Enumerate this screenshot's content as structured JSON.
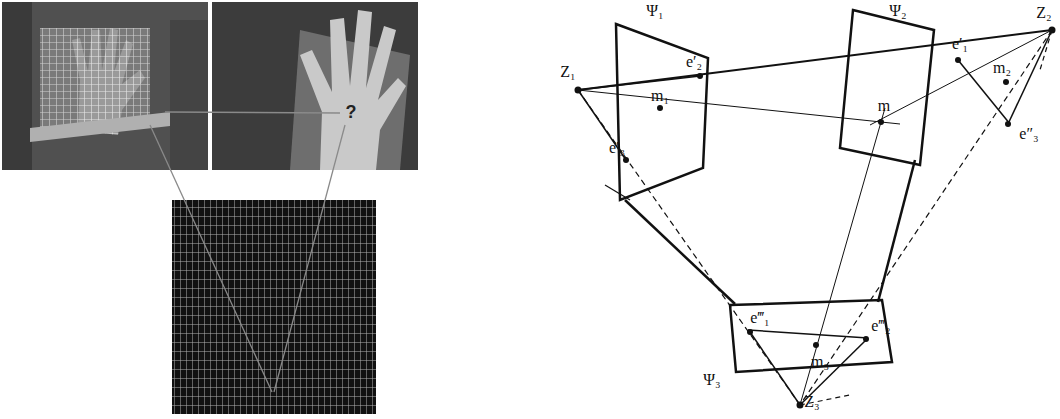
{
  "diagram": {
    "labels": [
      "?",
      "Ψ₁",
      "Ψ₂",
      "Ψ₃",
      "Z₁",
      "Z₂",
      "Z₃",
      "e′₂",
      "m₁",
      "e′₃",
      "m",
      "e′₁",
      "m₂",
      "e″₃",
      "e‴₁",
      "e‴₂",
      "m₃"
    ]
  }
}
